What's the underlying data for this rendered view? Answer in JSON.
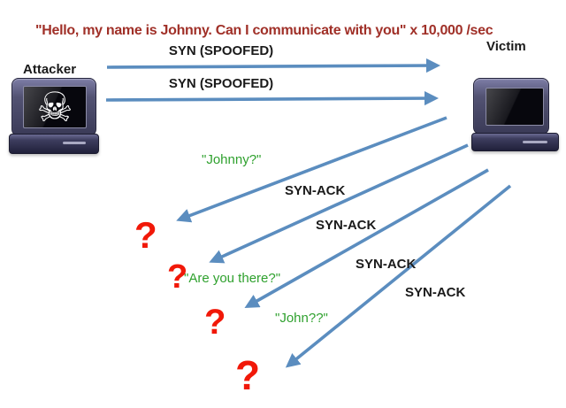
{
  "diagram": {
    "title": {
      "text": "\"Hello, my name is Johnny. Can I communicate with you\" x 10,000 /sec"
    },
    "nodes": {
      "attacker": {
        "label": "Attacker",
        "icon": "computer-skull-crossbones",
        "glyph": "☠"
      },
      "victim": {
        "label": "Victim",
        "icon": "computer"
      }
    },
    "syn_messages": [
      {
        "label": "SYN (SPOOFED)",
        "direction": "attacker-to-victim"
      },
      {
        "label": "SYN (SPOOFED)",
        "direction": "attacker-to-victim"
      }
    ],
    "synack_messages": [
      {
        "label": "SYN-ACK",
        "direction": "victim-to-spoofed-address"
      },
      {
        "label": "SYN-ACK",
        "direction": "victim-to-spoofed-address"
      },
      {
        "label": "SYN-ACK",
        "direction": "victim-to-spoofed-address"
      },
      {
        "label": "SYN-ACK",
        "direction": "victim-to-spoofed-address"
      }
    ],
    "spoofed_replies": [
      {
        "text": "\"Johnny?\""
      },
      {
        "text": "\"Are you there?\""
      },
      {
        "text": "\"John??\""
      }
    ],
    "question_marks": [
      {
        "text": "?"
      },
      {
        "text": "?"
      },
      {
        "text": "?"
      },
      {
        "text": "?"
      }
    ]
  },
  "colors": {
    "arrow_blue": "#5B8DBF",
    "title_red": "#A03028",
    "reply_green": "#2FA12E",
    "question_red": "#F11808",
    "label_black": "#1A1A1A"
  }
}
